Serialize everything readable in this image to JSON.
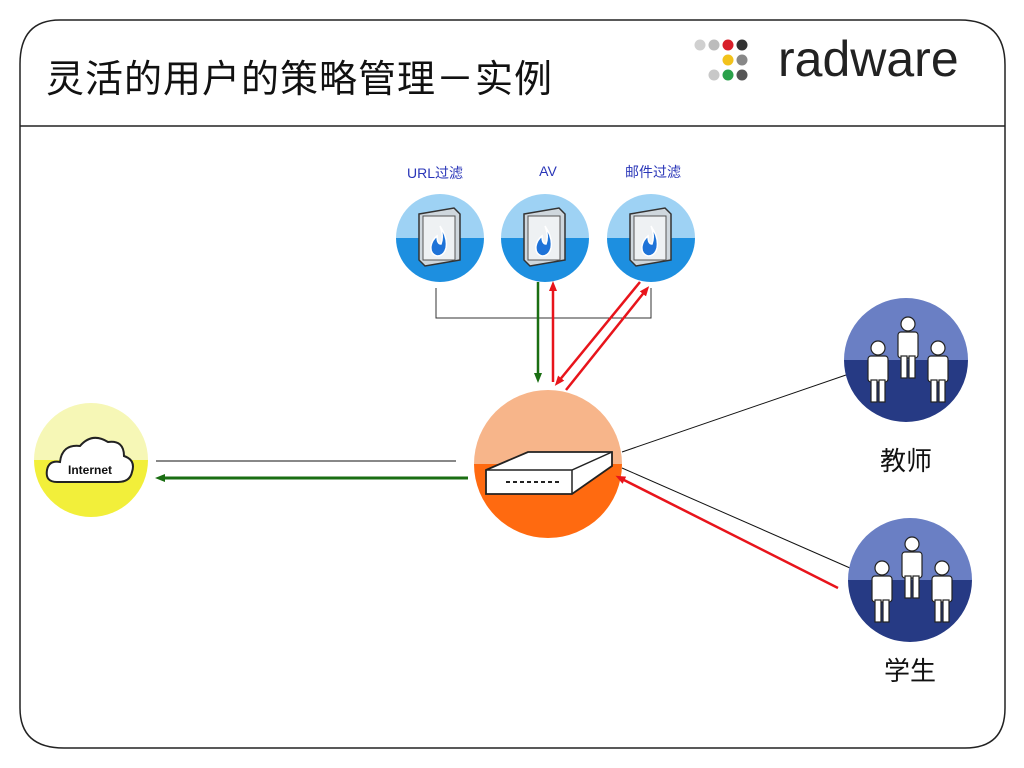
{
  "slide": {
    "title": "灵活的用户的策略管理－实例",
    "brand": "radware"
  },
  "nodes": {
    "internet": {
      "label": "Internet"
    },
    "firewalls": [
      {
        "label": "URL过滤"
      },
      {
        "label": "AV"
      },
      {
        "label": "邮件过滤"
      }
    ],
    "groups": [
      {
        "label": "教师"
      },
      {
        "label": "学生"
      }
    ]
  },
  "colors": {
    "allowed_flow": "#1a6e12",
    "inspection_flow": "#e8141b",
    "appliance": "#ff6a10",
    "appliance_light": "#f7b58a",
    "internet": "#f2ef3a",
    "user_globe": "#263a84"
  }
}
